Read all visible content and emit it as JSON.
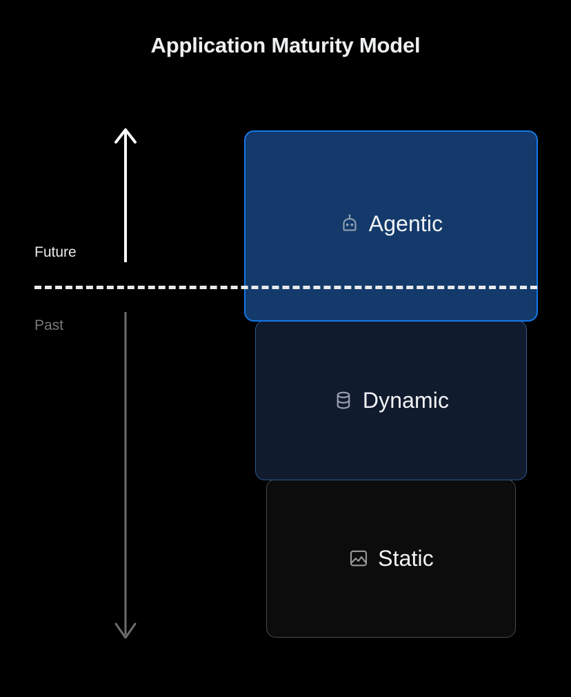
{
  "page": {
    "title": "Application Maturity Model",
    "background_color": "#000000"
  },
  "timeline": {
    "future_label": "Future",
    "past_label": "Past",
    "future_color": "#e8eaed",
    "past_color": "#7a7a7a",
    "up_arrow_icon": "arrow-up-icon",
    "down_arrow_icon": "arrow-down-icon",
    "up_arrow_color": "#ffffff",
    "down_arrow_color": "#6e6e6e",
    "divider_style": "dashed",
    "divider_color": "#e9eaec"
  },
  "layers": [
    {
      "id": "agentic",
      "label": "Agentic",
      "icon": "robot-icon",
      "fill_color": "#133a6b",
      "border_color": "#1478e8",
      "icon_color": "#93a0b0"
    },
    {
      "id": "dynamic",
      "label": "Dynamic",
      "icon": "database-icon",
      "fill_color": "#101b2e",
      "border_color": "#2a5a93",
      "icon_color": "#9aa4b2"
    },
    {
      "id": "static",
      "label": "Static",
      "icon": "image-icon",
      "fill_color": "#0c0c0c",
      "border_color": "#4a4a4a",
      "icon_color": "#9a9a9a"
    }
  ]
}
